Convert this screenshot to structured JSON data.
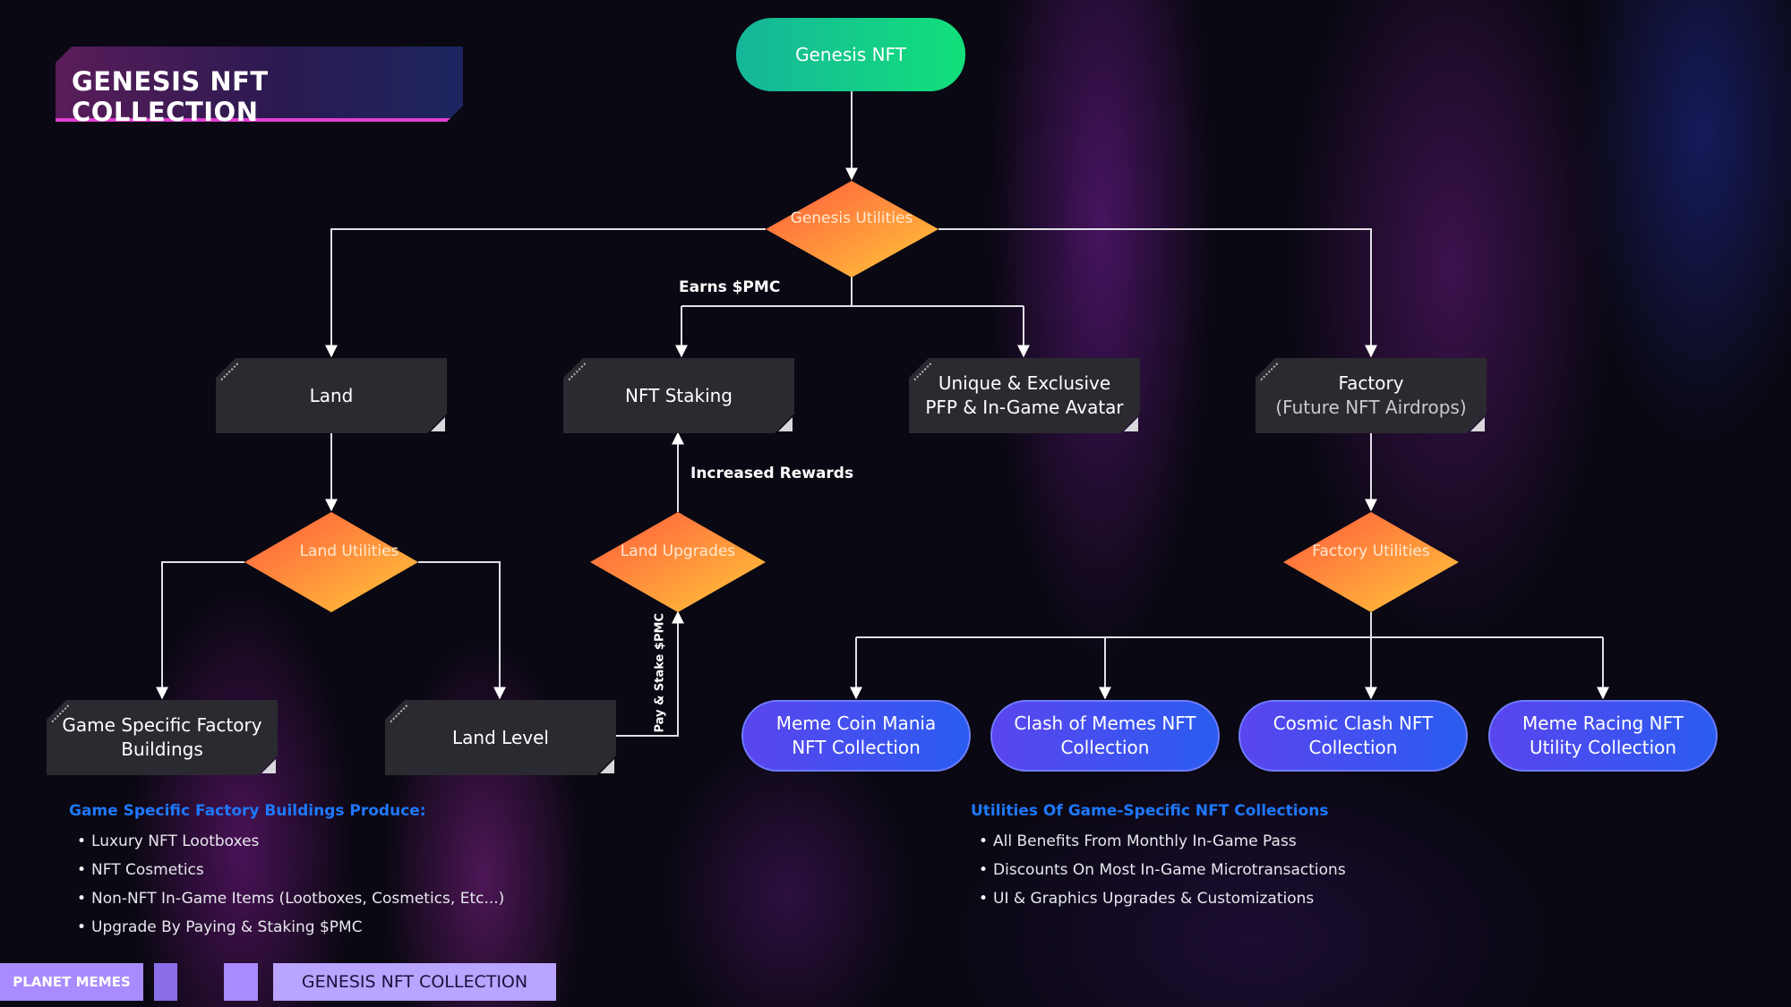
{
  "title": "GENESIS NFT COLLECTION",
  "root": "Genesis NFT",
  "diamonds": {
    "genesis_utilities": "Genesis Utilities",
    "land_utilities": "Land Utilities",
    "land_upgrades": "Land Upgrades",
    "factory_utilities": "Factory Utilities"
  },
  "nodes": {
    "land": "Land",
    "nft_staking": "NFT Staking",
    "unique_line1": "Unique & Exclusive",
    "unique_line2": "PFP & In-Game Avatar",
    "factory_line1": "Factory",
    "factory_line2": "(Future NFT Airdrops)",
    "game_factory_line1": "Game Specific Factory",
    "game_factory_line2": "Buildings",
    "land_level": "Land Level"
  },
  "collections": [
    {
      "line1": "Meme Coin Mania",
      "line2": "NFT Collection"
    },
    {
      "line1": "Clash of Memes NFT",
      "line2": "Collection"
    },
    {
      "line1": "Cosmic Clash NFT",
      "line2": "Collection"
    },
    {
      "line1": "Meme Racing NFT",
      "line2": "Utility Collection"
    }
  ],
  "edge_labels": {
    "earns": "Earns $PMC",
    "increased": "Increased Rewards",
    "pay_stake": "Pay & Stake $PMC"
  },
  "left_section": {
    "heading": "Game Specific Factory Buildings Produce:",
    "items": [
      "Luxury NFT Lootboxes",
      "NFT Cosmetics",
      "Non-NFT In-Game Items (Lootboxes, Cosmetics, Etc...)",
      "Upgrade By Paying & Staking $PMC"
    ]
  },
  "right_section": {
    "heading": "Utilities Of Game-Specific NFT Collections",
    "items": [
      "All Benefits From Monthly In-Game Pass",
      "Discounts On Most In-Game Microtransactions",
      "UI & Graphics Upgrades & Customizations"
    ]
  },
  "footer": {
    "brand": "PLANET MEMES",
    "title": "GENESIS NFT COLLECTION"
  },
  "colors": {
    "diamond_top": "#ff6a3d",
    "diamond_bottom": "#ffc23a",
    "collection_blue": "#3d52ee",
    "root_green": "#14d38a",
    "section_heading": "#1e78ff"
  }
}
